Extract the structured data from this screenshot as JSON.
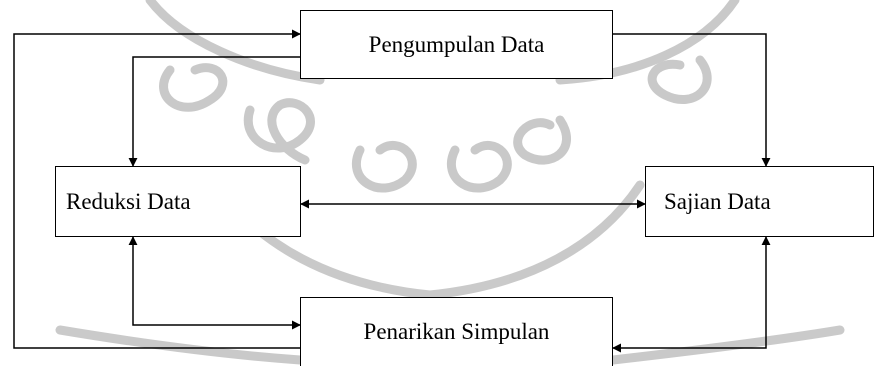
{
  "diagram": {
    "nodes": {
      "collection": "Pengumpulan Data",
      "reduction": "Reduksi Data",
      "display": "Sajian Data",
      "conclusion": "Penarikan Simpulan"
    },
    "edges": [
      {
        "from": "Pengumpulan Data",
        "to": "Reduksi Data",
        "direction": "forward"
      },
      {
        "from": "Pengumpulan Data",
        "to": "Sajian Data",
        "direction": "forward"
      },
      {
        "from": "Reduksi Data",
        "to": "Sajian Data",
        "direction": "both"
      },
      {
        "from": "Reduksi Data",
        "to": "Penarikan Simpulan",
        "direction": "both"
      },
      {
        "from": "Sajian Data",
        "to": "Penarikan Simpulan",
        "direction": "both"
      },
      {
        "from": "Penarikan Simpulan",
        "to": "Pengumpulan Data",
        "direction": "forward"
      }
    ],
    "watermark": "ornamental seal",
    "colors": {
      "line": "#000000",
      "watermark": "#9e9e9e"
    }
  }
}
